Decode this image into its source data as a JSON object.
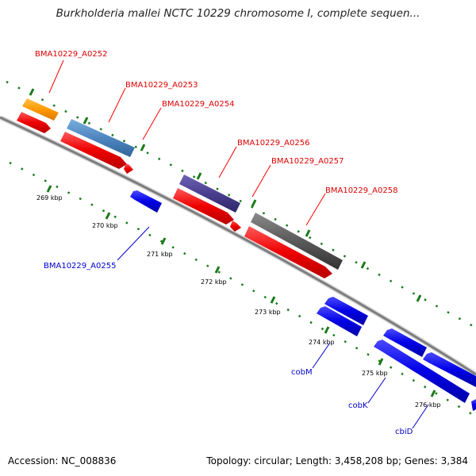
{
  "title": "Burkholderia mallei NCTC 10229 chromosome I, complete sequen...",
  "footer": {
    "accession": "Accession: NC_008836",
    "topology": "Topology: circular; Length: 3,458,208 bp; Genes: 3,384"
  },
  "colors": {
    "backbone": "#8c8c8c",
    "tick": "#1a7a1a",
    "red": "#ff0000",
    "blue": "#0000ee",
    "orange": "#ff9900",
    "steel": "#4f86c0",
    "purple": "#4a3f8f",
    "gray": "#555555"
  },
  "ticks": [
    "269 kbp",
    "270 kbp",
    "271 kbp",
    "272 kbp",
    "273 kbp",
    "274 kbp",
    "275 kbp",
    "276 kbp"
  ],
  "genes": [
    {
      "label": "BMA10229_A0252",
      "strand": "+",
      "color": "red"
    },
    {
      "label": "BMA10229_A0253",
      "strand": "+",
      "color": "red"
    },
    {
      "label": "BMA10229_A0254",
      "strand": "+",
      "color": "red"
    },
    {
      "label": "BMA10229_A0255",
      "strand": "-",
      "color": "blue"
    },
    {
      "label": "BMA10229_A0256",
      "strand": "+",
      "color": "red"
    },
    {
      "label": "BMA10229_A0257",
      "strand": "+",
      "color": "red"
    },
    {
      "label": "BMA10229_A0258",
      "strand": "+",
      "color": "red"
    },
    {
      "label": "cobM",
      "strand": "-",
      "color": "blue"
    },
    {
      "label": "cobK",
      "strand": "-",
      "color": "blue"
    },
    {
      "label": "cbiD",
      "strand": "-",
      "color": "blue"
    }
  ]
}
